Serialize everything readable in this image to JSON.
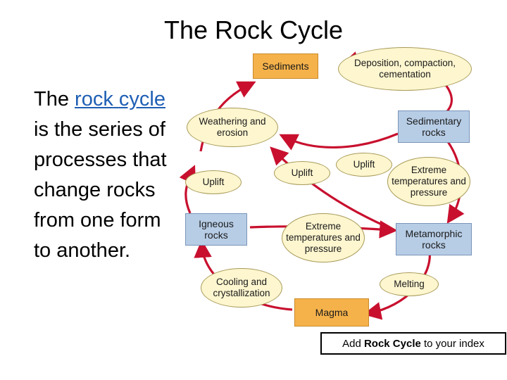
{
  "slide": {
    "title": "The Rock Cycle",
    "intro_before_link": "The ",
    "link_text_1": "rock",
    "link_text_2": "cycle ",
    "intro_after_link": "is the series of processes that change rocks from one form to another."
  },
  "diagram": {
    "nodes": {
      "sediments": "Sediments",
      "sedimentary": "Sedimentary rocks",
      "metamorphic": "Metamorphic rocks",
      "magma": "Magma",
      "igneous": "Igneous rocks"
    },
    "processes": {
      "deposition": "Deposition, compaction, cementation",
      "weathering": "Weathering and erosion",
      "uplift_right": "Uplift",
      "uplift_center": "Uplift",
      "uplift_left": "Uplift",
      "extreme_right": "Extreme temperatures and pressure",
      "extreme_center": "Extreme temperatures and pressure",
      "cooling": "Cooling and crystallization",
      "melting": "Melting"
    },
    "colors": {
      "node_orange": "#f6b24a",
      "node_blue": "#b7cde6",
      "oval_fill": "#fdf6cf",
      "arrow_red": "#c8102e"
    }
  },
  "index_note": {
    "prefix": "Add ",
    "bold": "Rock Cycle",
    "suffix": " to your index"
  }
}
